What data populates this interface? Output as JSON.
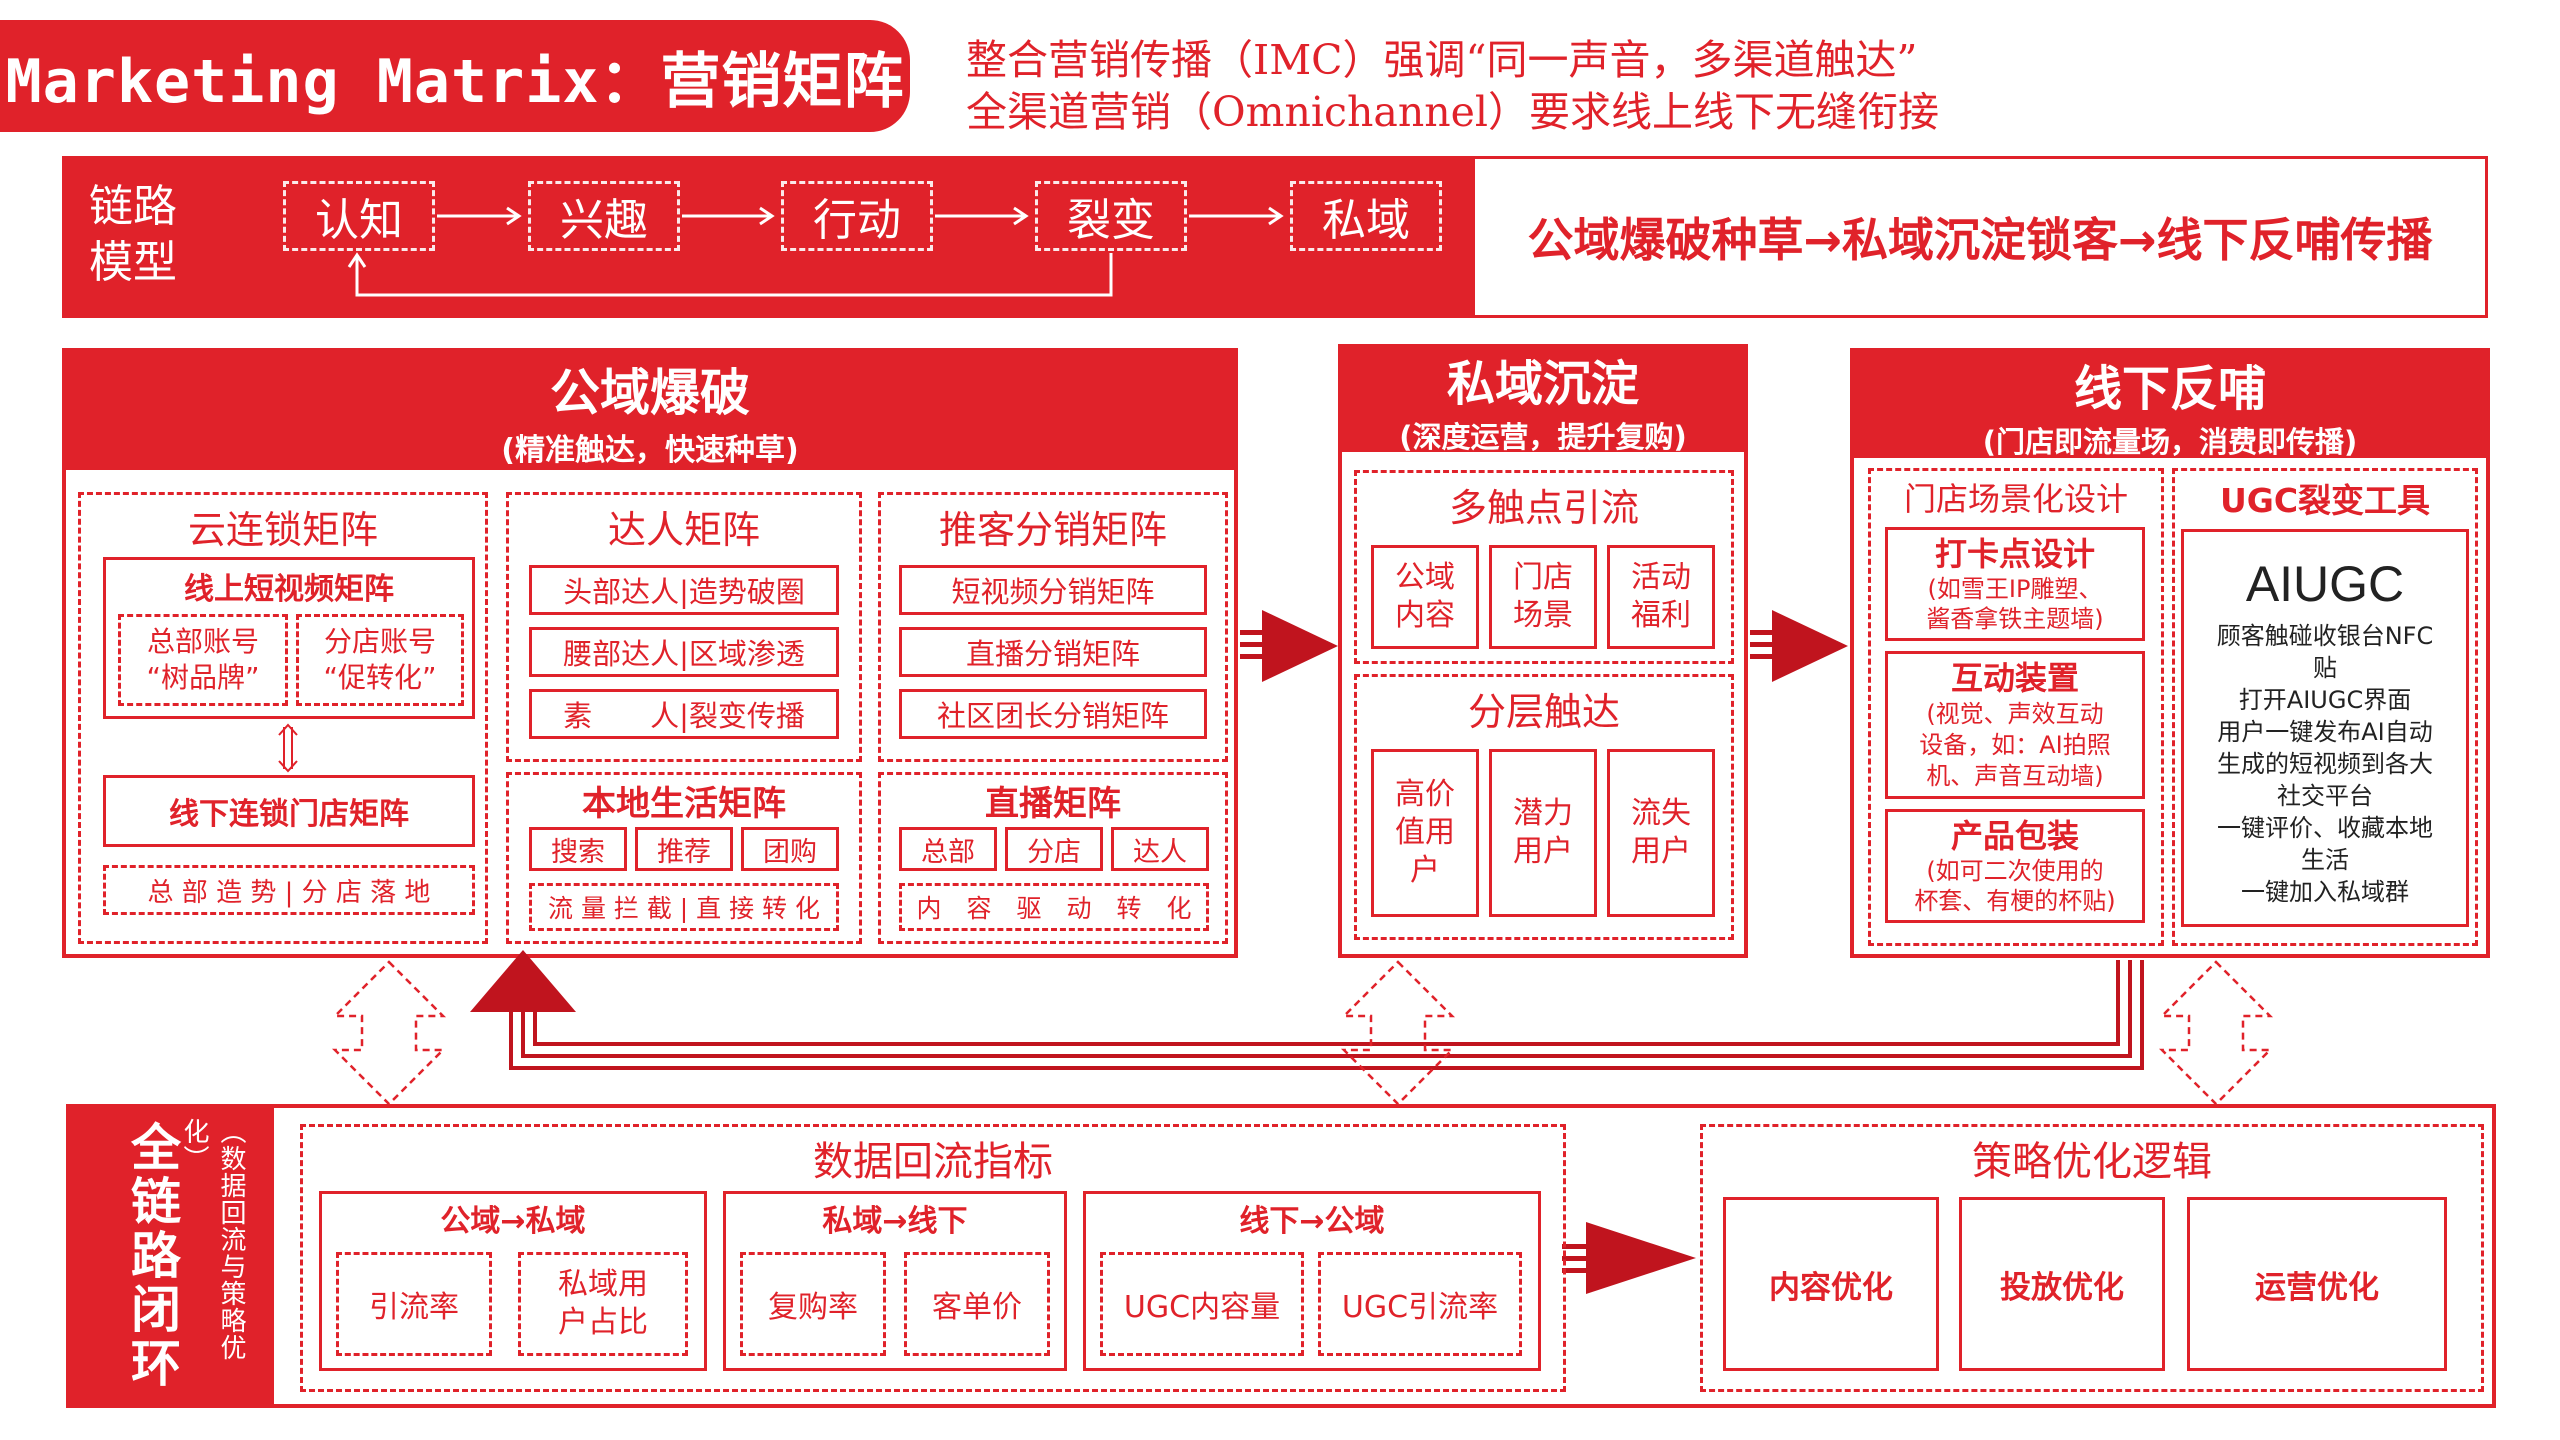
{
  "header": {
    "title": "Marketing Matrix：营销矩阵",
    "subtitle_line1": "整合营销传播（IMC）强调“同一声音，多渠道触达”",
    "subtitle_line2": "全渠道营销（Omnichannel）要求线上线下无缝衔接"
  },
  "chain": {
    "label": "链路\n模型",
    "steps": [
      "认知",
      "兴趣",
      "行动",
      "裂变",
      "私域"
    ],
    "summary": "公域爆破种草→私域沉淀锁客→线下反哺传播"
  },
  "public": {
    "title": "公域爆破",
    "subtitle": "(精准触达，快速种草)",
    "cloud": {
      "title": "云连锁矩阵",
      "online_title": "线上短视频矩阵",
      "hq": "总部账号\n“树品牌”",
      "branch": "分店账号\n“促转化”",
      "offline_title": "线下连锁门店矩阵",
      "footer": "总 部 造 势 | 分 店 落 地"
    },
    "kol": {
      "title": "达人矩阵",
      "items": [
        "头部达人|造势破圈",
        "腰部达人|区域渗透",
        "素　　人|裂变传播"
      ]
    },
    "distrib": {
      "title": "推客分销矩阵",
      "items": [
        "短视频分销矩阵",
        "直播分销矩阵",
        "社区团长分销矩阵"
      ]
    },
    "local": {
      "title": "本地生活矩阵",
      "tags": [
        "搜索",
        "推荐",
        "团购"
      ],
      "footer": "流 量 拦 截 | 直 接 转 化"
    },
    "live": {
      "title": "直播矩阵",
      "tags": [
        "总部",
        "分店",
        "达人"
      ],
      "footer": "内　容　驱　动　转　化"
    }
  },
  "private": {
    "title": "私域沉淀",
    "subtitle": "(深度运营，提升复购)",
    "multi_title": "多触点引流",
    "multi_items": [
      "公域\n内容",
      "门店\n场景",
      "活动\n福利"
    ],
    "layer_title": "分层触达",
    "layer_items": [
      "高价\n值用\n户",
      "潜力\n用户",
      "流失\n用户"
    ]
  },
  "offline": {
    "title": "线下反哺",
    "subtitle": "(门店即流量场，消费即传播)",
    "scene_title": "门店场景化设计",
    "checkin_title": "打卡点设计",
    "checkin_desc": "(如雪王IP雕塑、\n酱香拿铁主题墙)",
    "interact_title": "互动装置",
    "interact_desc": "(视觉、声效互动\n设备，如：AI拍照\n机、声音互动墙)",
    "pack_title": "产品包装",
    "pack_desc": "(如可二次使用的\n杯套、有梗的杯贴)",
    "ugc_title": "UGC裂变工具",
    "aiugc_title": "AIUGC",
    "aiugc_desc": "顾客触碰收银台NFC\n贴\n打开AIUGC界面\n用户一键发布AI自动\n生成的短视频到各大\n社交平台\n一键评价、收藏本地\n生活\n一键加入私域群"
  },
  "loop": {
    "title": "全\n链\n路\n闭\n环",
    "subtitle": "（数据回流与策略优化）",
    "metrics_title": "数据回流指标",
    "groups": [
      {
        "title": "公域→私域",
        "items": [
          "引流率",
          "私域用\n户占比"
        ]
      },
      {
        "title": "私域→线下",
        "items": [
          "复购率",
          "客单价"
        ]
      },
      {
        "title": "线下→公域",
        "items": [
          "UGC内容量",
          "UGC引流率"
        ]
      }
    ],
    "strategy_title": "策略优化逻辑",
    "strategies": [
      "内容优化",
      "投放优化",
      "运营优化"
    ]
  },
  "colors": {
    "primary": "#e0222a",
    "background": "#ffffff"
  }
}
